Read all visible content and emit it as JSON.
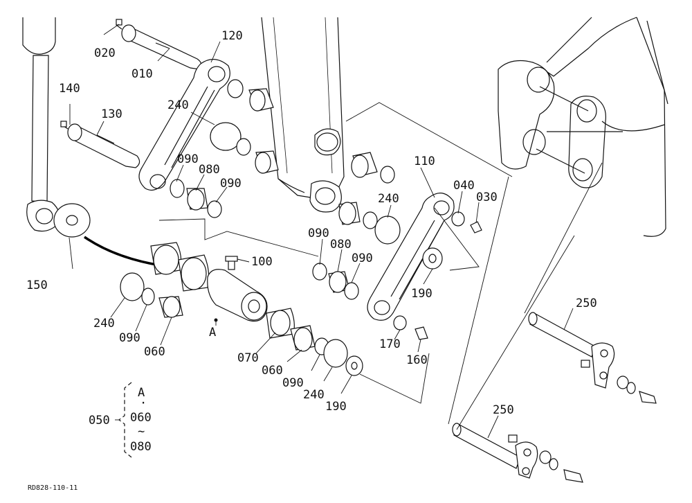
{
  "diagram": {
    "reference_code": "RD828-110-11",
    "callouts": [
      {
        "id": "c020",
        "text": "020"
      },
      {
        "id": "c010",
        "text": "010"
      },
      {
        "id": "c120",
        "text": "120"
      },
      {
        "id": "c140",
        "text": "140"
      },
      {
        "id": "c130",
        "text": "130"
      },
      {
        "id": "c240a",
        "text": "240"
      },
      {
        "id": "c090a",
        "text": "090"
      },
      {
        "id": "c080a",
        "text": "080"
      },
      {
        "id": "c090b",
        "text": "090"
      },
      {
        "id": "c110",
        "text": "110"
      },
      {
        "id": "c040",
        "text": "040"
      },
      {
        "id": "c030",
        "text": "030"
      },
      {
        "id": "c240b",
        "text": "240"
      },
      {
        "id": "c090c",
        "text": "090"
      },
      {
        "id": "c080b",
        "text": "080"
      },
      {
        "id": "c090d",
        "text": "090"
      },
      {
        "id": "c100",
        "text": "100"
      },
      {
        "id": "c150",
        "text": "150"
      },
      {
        "id": "c190a",
        "text": "190"
      },
      {
        "id": "c240c",
        "text": "240"
      },
      {
        "id": "c090e",
        "text": "090"
      },
      {
        "id": "c060a",
        "text": "060"
      },
      {
        "id": "cA",
        "text": "A"
      },
      {
        "id": "c070",
        "text": "070"
      },
      {
        "id": "c060b",
        "text": "060"
      },
      {
        "id": "c170",
        "text": "170"
      },
      {
        "id": "c160",
        "text": "160"
      },
      {
        "id": "c090f",
        "text": "090"
      },
      {
        "id": "c240d",
        "text": "240"
      },
      {
        "id": "c190b",
        "text": "190"
      },
      {
        "id": "c250a",
        "text": "250"
      },
      {
        "id": "c250b",
        "text": "250"
      }
    ],
    "assembly_group": {
      "label": "050",
      "items": [
        "A",
        "·",
        "060",
        "~",
        "080"
      ]
    }
  }
}
